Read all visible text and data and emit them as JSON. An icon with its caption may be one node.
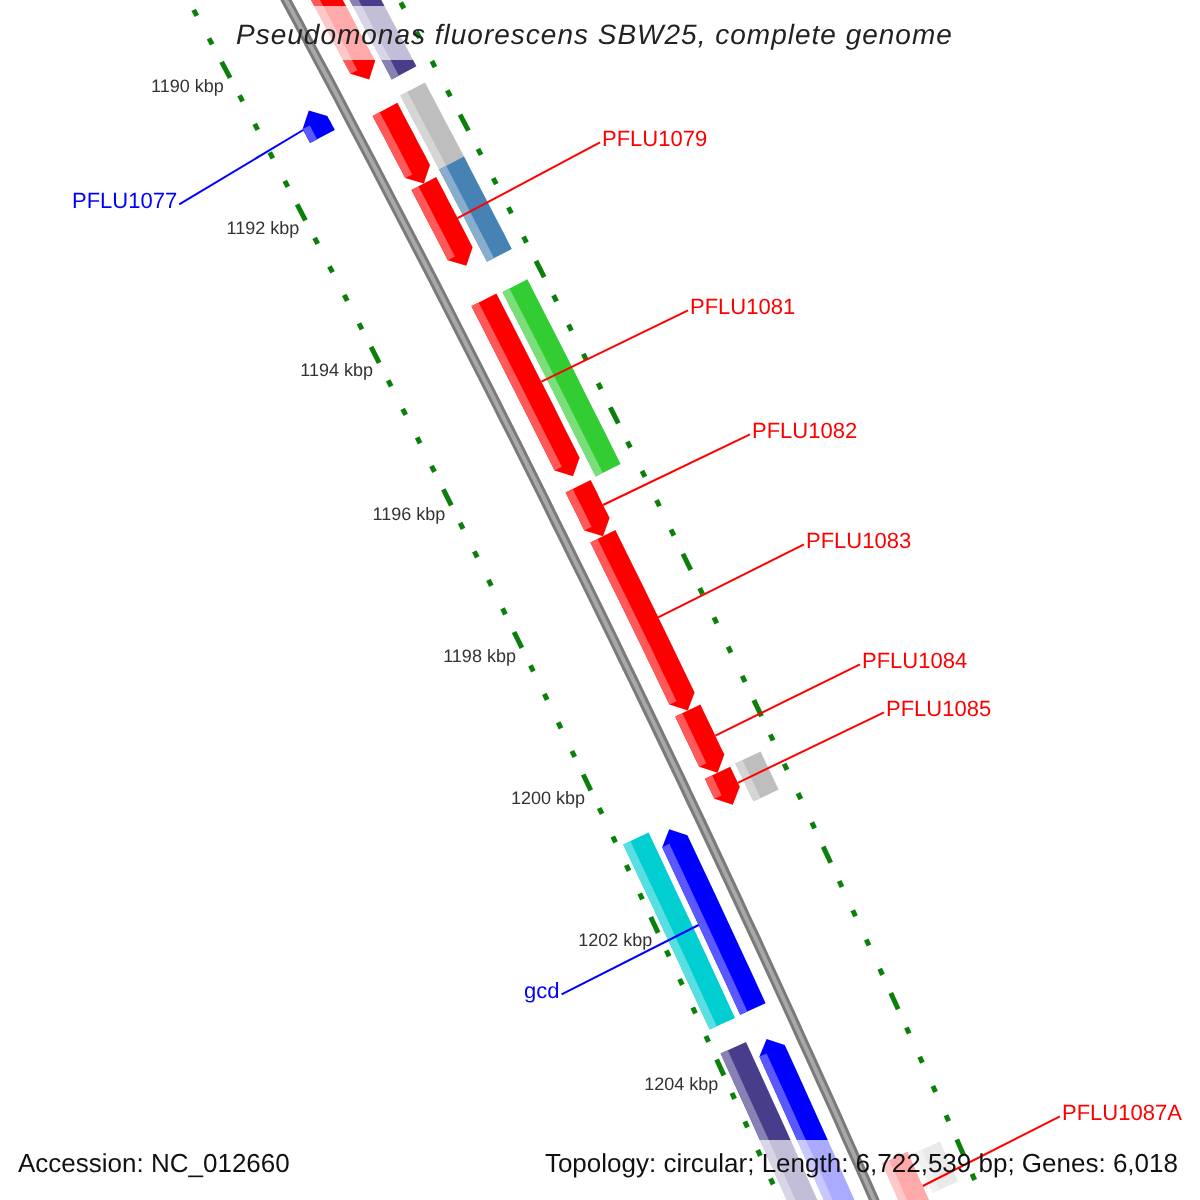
{
  "diagram": {
    "title": "Pseudomonas fluorescens SBW25, complete genome",
    "nodes": [
      {
        "text": [
          "PFLU1077"
        ]
      },
      {
        "text": [],
        "shape": "bar"
      },
      {
        "text": [
          "PFLU1079"
        ]
      },
      {
        "text": [],
        "shape": "bar"
      },
      {
        "text": [
          "PFLU1081"
        ]
      },
      {
        "text": [],
        "shape": "bar"
      },
      {
        "text": [
          "PFLU1082"
        ]
      },
      {
        "text": [],
        "shape": "bar"
      },
      {
        "text": [
          "PFLU1083"
        ]
      },
      {
        "text": [],
        "shape": "bar"
      },
      {
        "text": [
          "PFLU1084"
        ]
      },
      {
        "text": [],
        "shape": "bar"
      },
      {
        "text": [
          "PFLU1085"
        ]
      },
      {
        "text": [],
        "shape": "bar"
      },
      {
        "text": [
          "gcd"
        ]
      },
      {
        "text": [],
        "shape": "bar"
      },
      {
        "text": [
          "PFLU1087A"
        ]
      },
      {
        "text": [],
        "shape": "bar"
      },
      {
        "text": [],
        "shape": "bar"
      },
      {
        "text": [],
        "shape": "bar"
      },
      {
        "text": [],
        "shape": "bar"
      },
      {
        "text": [],
        "shape": "bar"
      },
      {
        "text": [],
        "shape": "bar"
      },
      {
        "text": [],
        "shape": "bar"
      },
      {
        "text": [],
        "shape": "bar"
      },
      {
        "text": [],
        "shape": "bar"
      },
      {
        "text": [],
        "shape": "bar"
      },
      {
        "text": [],
        "shape": "bar"
      },
      {
        "text": [],
        "shape": "bar"
      }
    ],
    "edges": [
      {
        "from": 0,
        "to": 1,
        "arrow": "none",
        "color": "#0000ff"
      },
      {
        "from": 2,
        "to": 3,
        "arrow": "none"
      },
      {
        "from": 4,
        "to": 5,
        "arrow": "none"
      },
      {
        "from": 6,
        "to": 7,
        "arrow": "none"
      },
      {
        "from": 8,
        "to": 9,
        "arrow": "none"
      },
      {
        "from": 10,
        "to": 11,
        "arrow": "none"
      },
      {
        "from": 12,
        "to": 13,
        "arrow": "none"
      },
      {
        "from": 14,
        "to": 15,
        "arrow": "none",
        "color": "#0000ff"
      },
      {
        "from": 16,
        "to": 17,
        "arrow": "none"
      }
    ],
    "labels": [
      "1190 kbp",
      "1192 kbp",
      "1194 kbp",
      "1196 kbp",
      "1198 kbp",
      "1200 kbp",
      "1202 kbp",
      "1204 kbp",
      "Accession: NC_012660",
      "Topology: circular; Length: 6,722,539 bp; Genes: 6,018"
    ]
  }
}
